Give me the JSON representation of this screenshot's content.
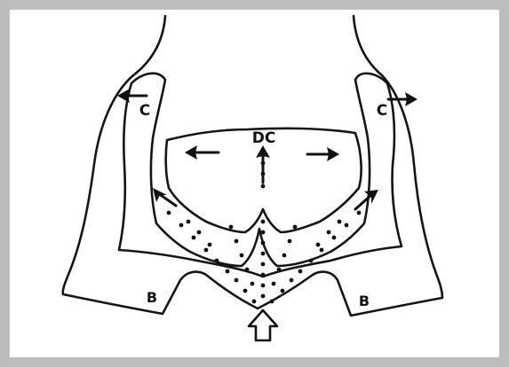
{
  "labels": {
    "condyle_left": "C",
    "condyle_right": "C",
    "defect_center": "DC",
    "base_left": "B",
    "base_right": "B"
  },
  "colors": {
    "frame": "#bdbdbd",
    "ink": "#111111",
    "paper": "#ffffff"
  },
  "icons": {
    "arrows": "arrow-icon",
    "input_arrow": "hollow-up-arrow-icon"
  }
}
